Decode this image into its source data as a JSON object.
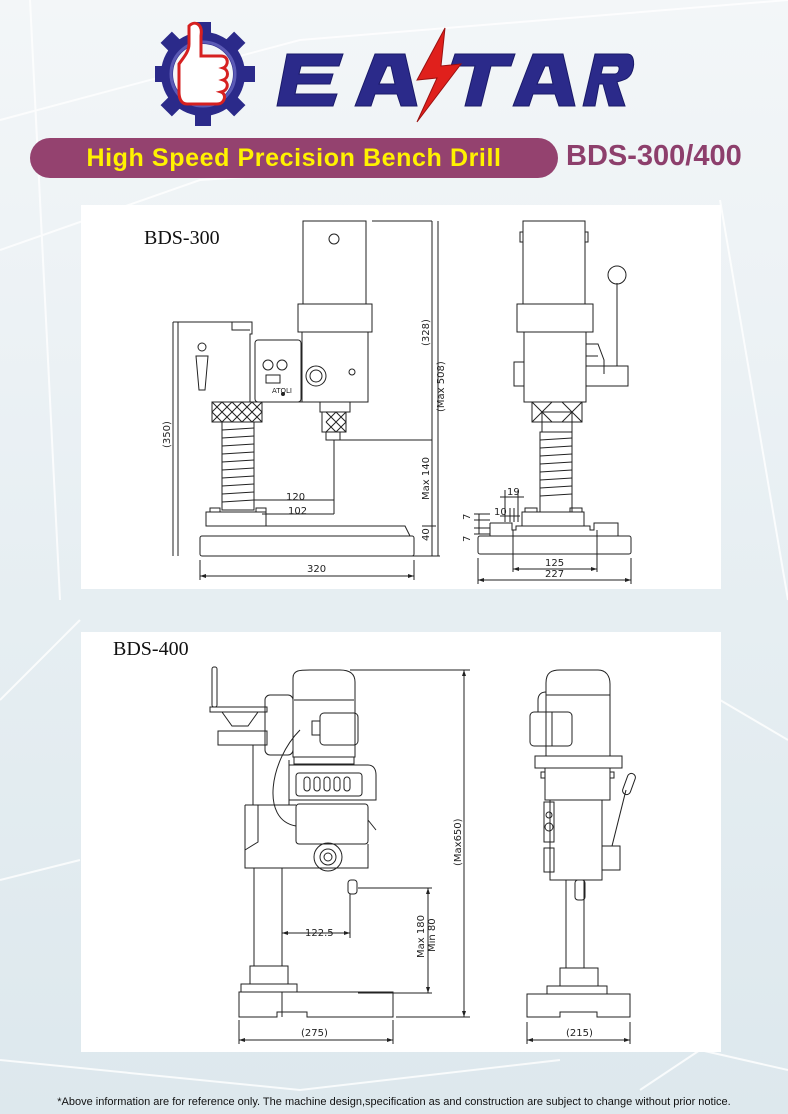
{
  "brand": {
    "name": "EASTAR",
    "logo_icon": "thumbs-up-gear-icon",
    "lightning_icon": "lightning-bolt-icon",
    "colors": {
      "navy": "#2b2a8a",
      "red": "#e0201c",
      "banner": "#94426f",
      "banner_text": "#fff200",
      "model_text": "#8d3f6c"
    }
  },
  "header": {
    "product_title": "High Speed Precision Bench Drill",
    "model_code": "BDS-300/400"
  },
  "drawings": [
    {
      "model": "BDS-300",
      "front_view": {
        "panel_brand": "ATOLI",
        "dimensions": {
          "motor_height": "(328)",
          "max_height": "(Max 508)",
          "column_height": "(350)",
          "max_stroke": "Max 140",
          "base_height": "40",
          "throat_depth": "120",
          "throat_to_base": "102",
          "base_width": "320"
        }
      },
      "side_view": {
        "dimensions": {
          "slot_width": "19",
          "slot_inner": "10",
          "slot_depth_top": "7",
          "slot_depth_bottom": "7",
          "slot_spacing": "125",
          "base_depth": "227"
        }
      }
    },
    {
      "model": "BDS-400",
      "front_view": {
        "dimensions": {
          "max_height": "(Max650)",
          "stroke_max": "Max 180",
          "stroke_min": "Min 80",
          "throat_depth": "122.5",
          "base_width": "(275)"
        }
      },
      "side_view": {
        "dimensions": {
          "base_depth": "(215)"
        }
      }
    }
  ],
  "footer": {
    "disclaimer": "*Above information are for reference only. The machine design,specification as and construction are subject to change without prior notice."
  }
}
